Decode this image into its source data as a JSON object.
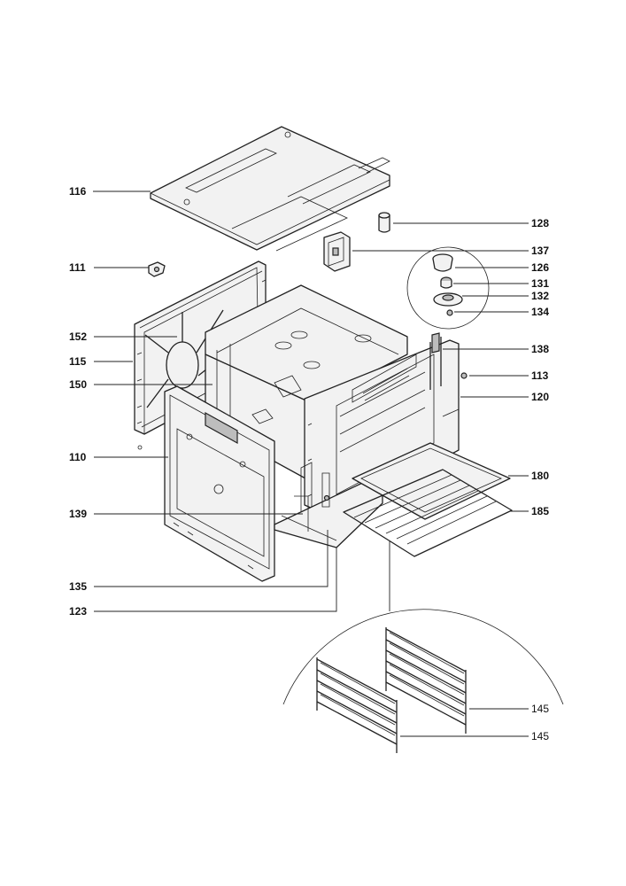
{
  "labels": {
    "l116": "116",
    "l128": "128",
    "l137": "137",
    "l111": "111",
    "l126": "126",
    "l131": "131",
    "l132": "132",
    "l134": "134",
    "l152": "152",
    "l138": "138",
    "l115": "115",
    "l113": "113",
    "l150": "150",
    "l120": "120",
    "l110": "110",
    "l180": "180",
    "l139": "139",
    "l185": "185",
    "l135": "135",
    "l123": "123",
    "l145a": "145",
    "l145b": "145"
  }
}
